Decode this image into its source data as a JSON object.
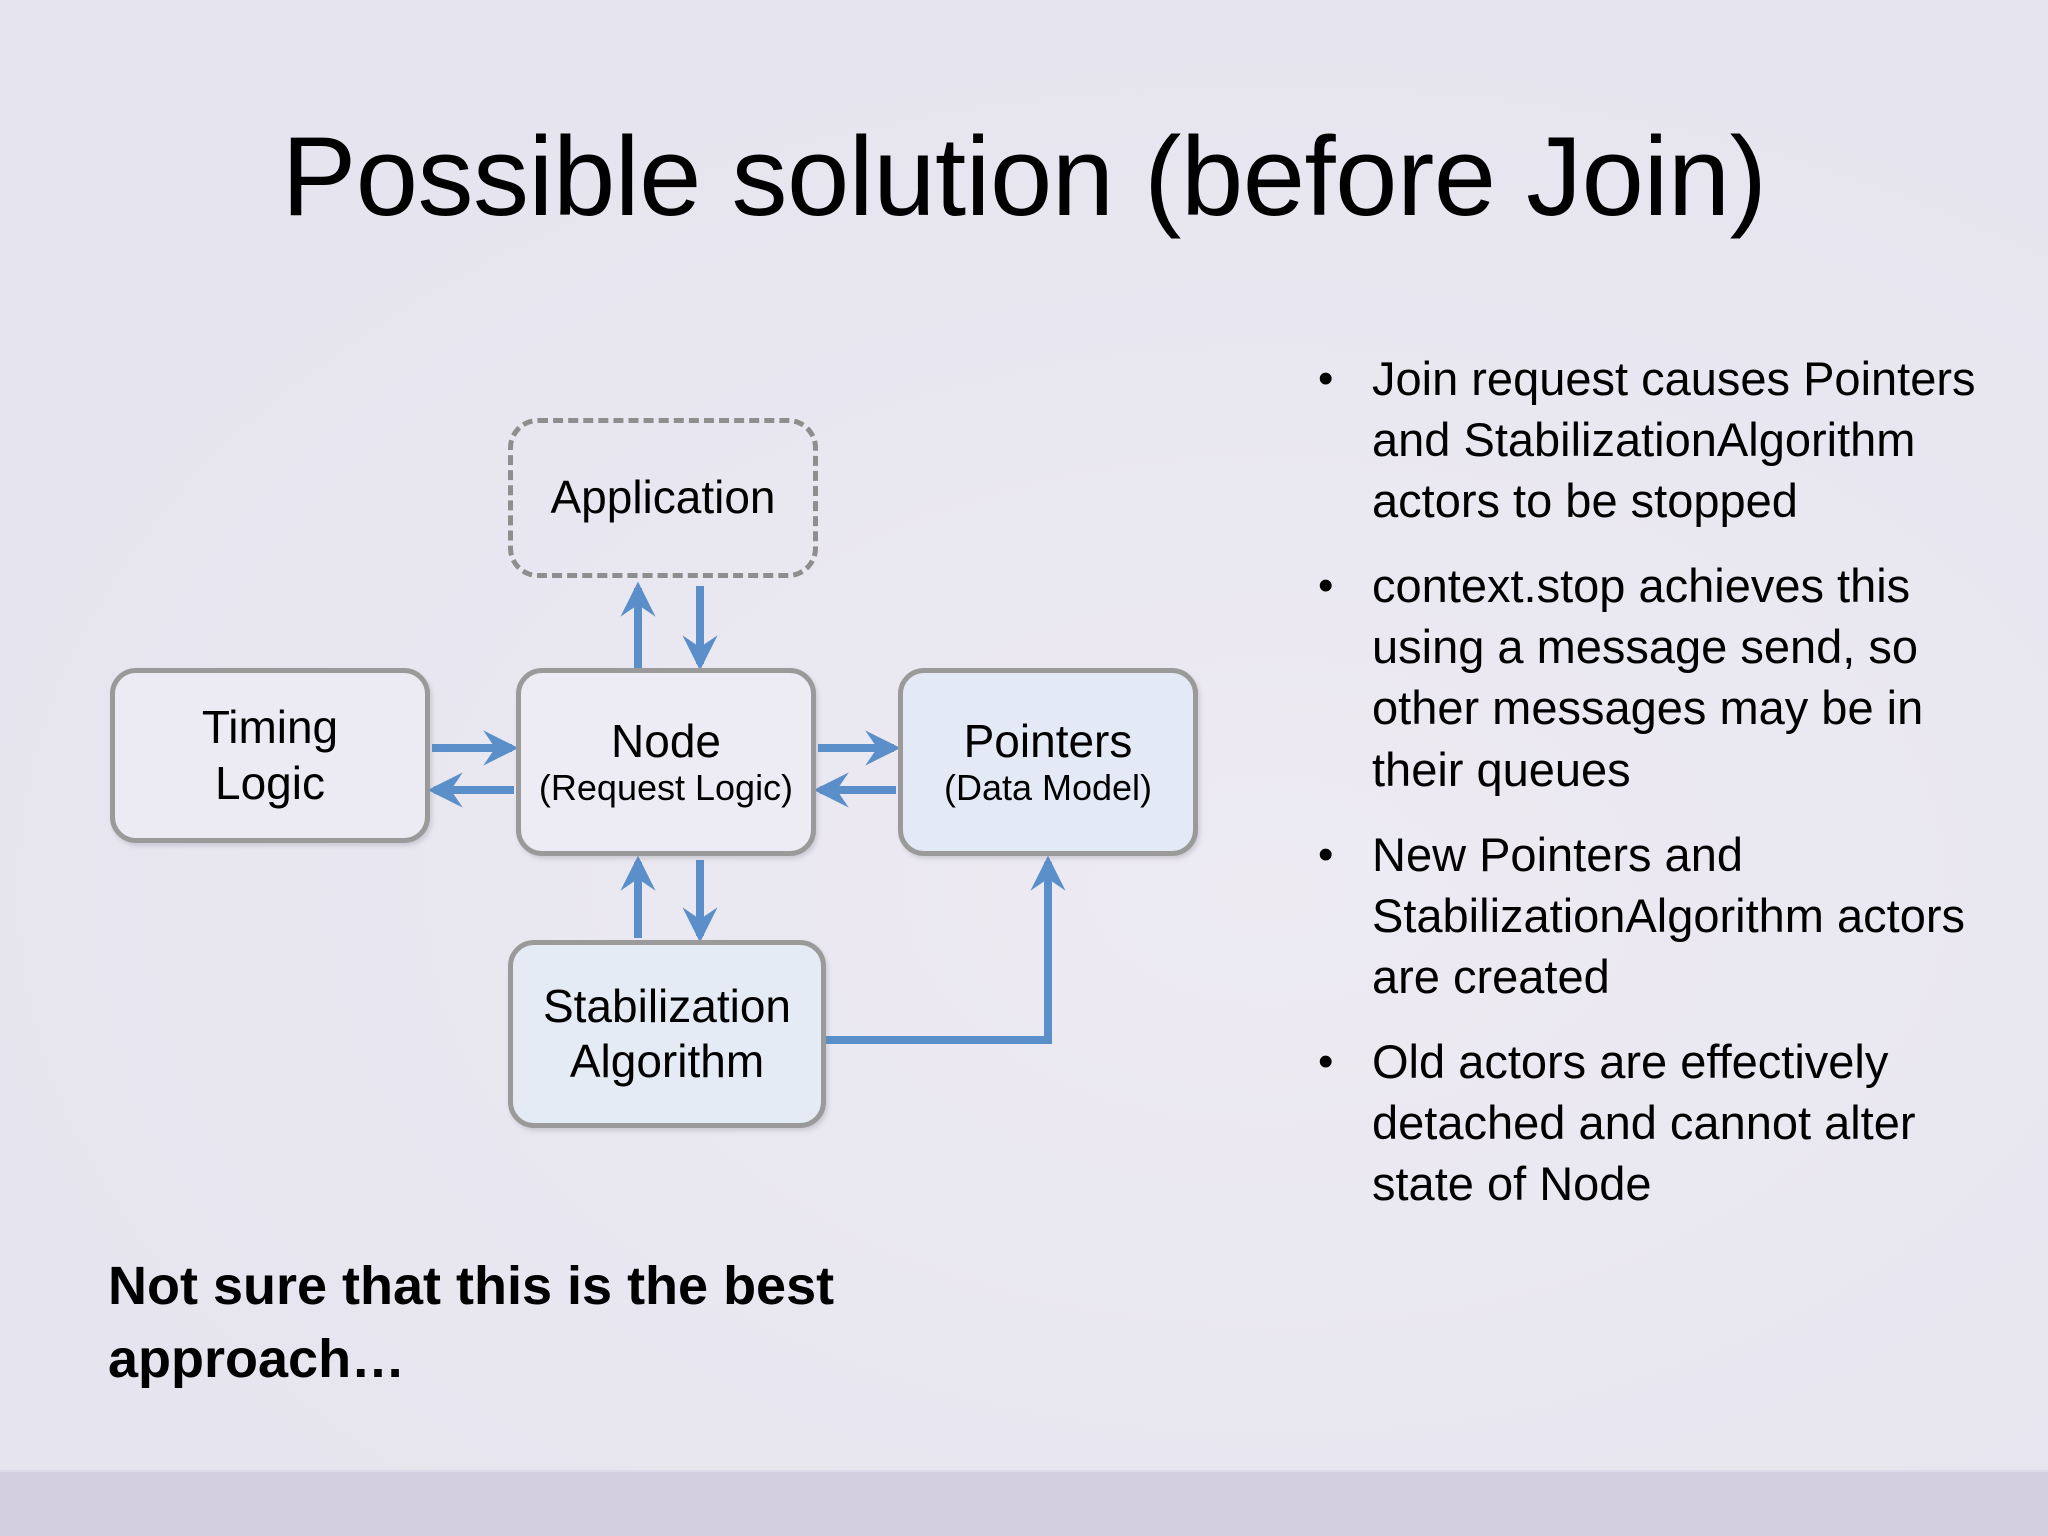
{
  "slide": {
    "title": "Possible solution (before Join)",
    "footnote": "Not sure that this is the best approach…"
  },
  "diagram": {
    "boxes": [
      {
        "id": "application",
        "main": "Application",
        "sub": "",
        "style": "dashed",
        "fill": "#00000000"
      },
      {
        "id": "timing",
        "main": "Timing",
        "sub": "Logic",
        "style": "solid",
        "fill": "#eceaf3"
      },
      {
        "id": "node",
        "main": "Node",
        "sub": "(Request Logic)",
        "style": "solid",
        "fill": "#edebf3"
      },
      {
        "id": "pointers",
        "main": "Pointers",
        "sub": "(Data Model)",
        "style": "solid",
        "fill": "#e4eaf5"
      },
      {
        "id": "stabilization",
        "main": "Stabilization",
        "sub": "Algorithm",
        "style": "solid",
        "fill": "#e5ebf5"
      }
    ],
    "arrow_color": "#5b8fc9",
    "box_border_color": "#9a9a9a",
    "dashed_border_color": "#8e8e8e"
  },
  "bullets": [
    {
      "marker": "•",
      "text": "Join request causes Pointers and StabilizationAlgorithm actors to be stopped"
    },
    {
      "marker": "•",
      "text": "context.stop achieves this using a message send, so other messages may be in their queues"
    },
    {
      "marker": "•",
      "text": "New Pointers and StabilizationAlgorithm actors are created"
    },
    {
      "marker": "•",
      "text": "Old actors are effectively detached and cannot alter state of Node"
    }
  ],
  "theme": {
    "background": "#e9e7f0",
    "bottom_bar": "#d4cee1",
    "text": "#000000"
  }
}
